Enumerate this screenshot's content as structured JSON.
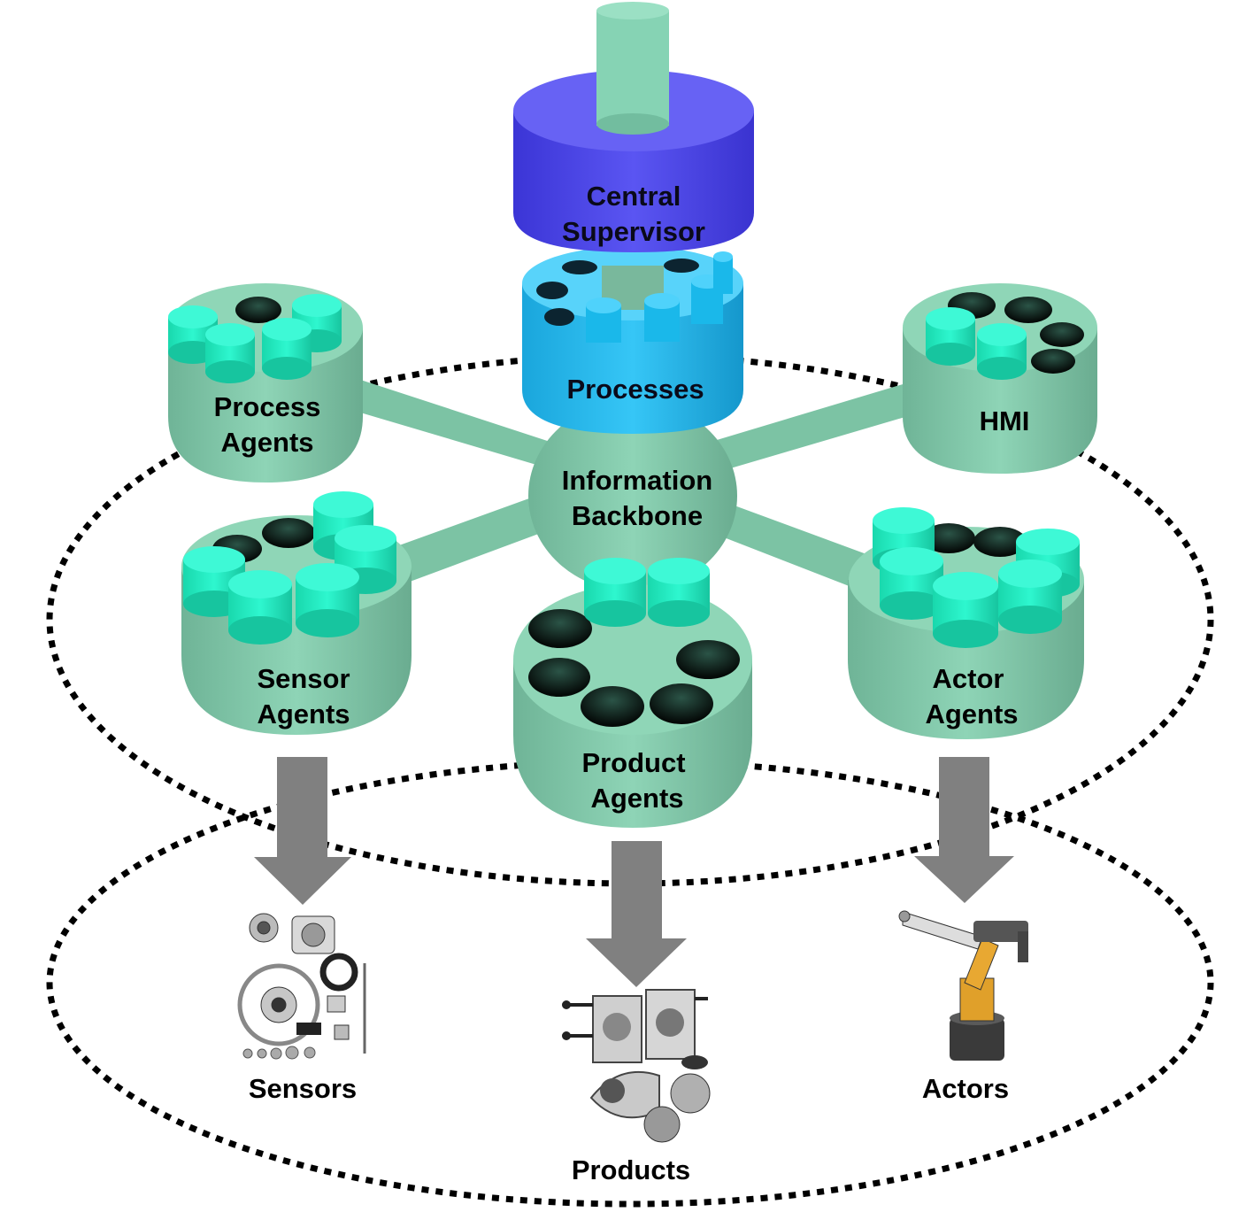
{
  "diagram": {
    "top_stack": {
      "central_supervisor": [
        "Central",
        "Supervisor"
      ],
      "processes": "Processes",
      "information_backbone": [
        "Information",
        "Backbone"
      ]
    },
    "agents": {
      "process_agents": [
        "Process",
        "Agents"
      ],
      "hmi": "HMI",
      "sensor_agents": [
        "Sensor",
        "Agents"
      ],
      "product_agents": [
        "Product",
        "Agents"
      ],
      "actor_agents": [
        "Actor",
        "Agents"
      ]
    },
    "physical_layer": {
      "sensors": "Sensors",
      "products": "Products",
      "actors": "Actors"
    }
  },
  "colors": {
    "hub": "#84c9aa",
    "hub_dark": "#5fa488",
    "agent_cylinder": "#21f0c4",
    "supervisor": "#4f49e6",
    "processes": "#23b6ec",
    "arrow": "#808080",
    "ellipse": "#000000"
  }
}
